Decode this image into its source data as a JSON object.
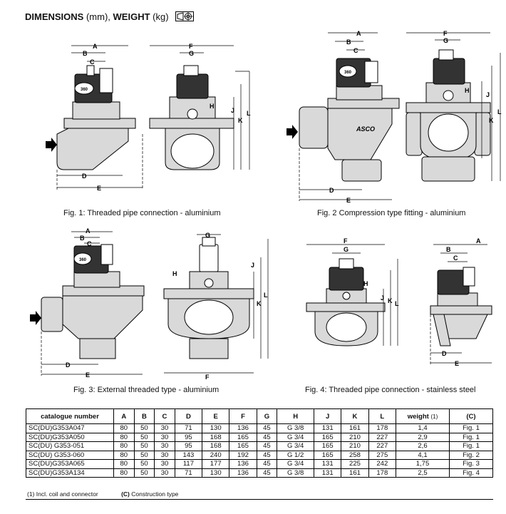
{
  "heading": {
    "bold_a": "DIMENSIONS",
    "unit_a": "(mm),",
    "bold_b": "WEIGHT",
    "unit_b": "(kg)"
  },
  "figures": {
    "fig1": {
      "caption": "Fig. 1: Threaded pipe connection - aluminium"
    },
    "fig2": {
      "caption": "Fig. 2 Compression type fitting - aluminium",
      "brand": "ASCO"
    },
    "fig3": {
      "caption": "Fig. 3: External threaded type - aluminium"
    },
    "fig4": {
      "caption": "Fig. 4: Threaded pipe connection - stainless steel"
    },
    "coil_label": "360",
    "dim_labels": {
      "A": "A",
      "B": "B",
      "C": "C",
      "D": "D",
      "E": "E",
      "F": "F",
      "G": "G",
      "H": "H",
      "J": "J",
      "K": "K",
      "L": "L"
    }
  },
  "table": {
    "headers": [
      "catalogue number",
      "A",
      "B",
      "C",
      "D",
      "E",
      "F",
      "G",
      "H",
      "J",
      "K",
      "L",
      "weight",
      "(C)"
    ],
    "weight_note": "(1)",
    "rows": [
      [
        "SC(DU)G353A047",
        "80",
        "50",
        "30",
        "71",
        "130",
        "136",
        "45",
        "G 3/8",
        "131",
        "161",
        "178",
        "1,4",
        "Fig. 1"
      ],
      [
        "SC(DU)G353A050",
        "80",
        "50",
        "30",
        "95",
        "168",
        "165",
        "45",
        "G 3/4",
        "165",
        "210",
        "227",
        "2,9",
        "Fig. 1"
      ],
      [
        "SC(DU) G353-051",
        "80",
        "50",
        "30",
        "95",
        "168",
        "165",
        "45",
        "G 3/4",
        "165",
        "210",
        "227",
        "2,6",
        "Fig. 1"
      ],
      [
        "SC(DU) G353-060",
        "80",
        "50",
        "30",
        "143",
        "240",
        "192",
        "45",
        "G 1/2",
        "165",
        "258",
        "275",
        "4,1",
        "Fig. 2"
      ],
      [
        "SC(DU)G353A065",
        "80",
        "50",
        "30",
        "117",
        "177",
        "136",
        "45",
        "G 3/4",
        "131",
        "225",
        "242",
        "1,75",
        "Fig. 3"
      ],
      [
        "SC(DU)G353A134",
        "80",
        "50",
        "30",
        "71",
        "130",
        "136",
        "45",
        "G 3/8",
        "131",
        "161",
        "178",
        "2,5",
        "Fig. 4"
      ]
    ]
  },
  "footnotes": {
    "note1": "(1) Incl. coil and connector",
    "noteC_letter": "(C)",
    "noteC_text": "Construction type"
  }
}
